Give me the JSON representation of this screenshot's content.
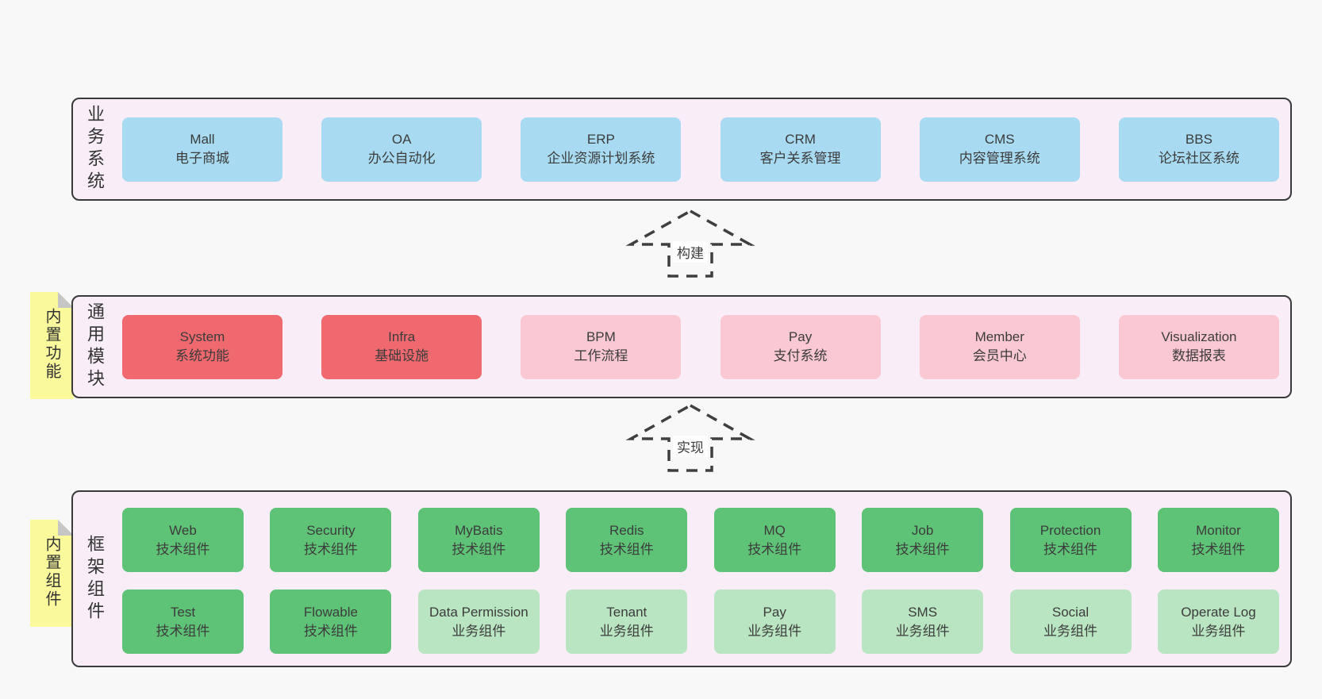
{
  "arrows": [
    {
      "label": "构建"
    },
    {
      "label": "实现"
    }
  ],
  "bands": [
    {
      "label": "业务系统",
      "boxes": [
        {
          "en": "Mall",
          "zh": "电子商城",
          "type": "blue"
        },
        {
          "en": "OA",
          "zh": "办公自动化",
          "type": "blue"
        },
        {
          "en": "ERP",
          "zh": "企业资源计划系统",
          "type": "blue"
        },
        {
          "en": "CRM",
          "zh": "客户关系管理",
          "type": "blue"
        },
        {
          "en": "CMS",
          "zh": "内容管理系统",
          "type": "blue"
        },
        {
          "en": "BBS",
          "zh": "论坛社区系统",
          "type": "blue"
        }
      ]
    },
    {
      "label": "通用模块",
      "sticky": "内置功能",
      "boxes": [
        {
          "en": "System",
          "zh": "系统功能",
          "type": "red"
        },
        {
          "en": "Infra",
          "zh": "基础设施",
          "type": "red"
        },
        {
          "en": "BPM",
          "zh": "工作流程",
          "type": "pink"
        },
        {
          "en": "Pay",
          "zh": "支付系统",
          "type": "pink"
        },
        {
          "en": "Member",
          "zh": "会员中心",
          "type": "pink"
        },
        {
          "en": "Visualization",
          "zh": "数据报表",
          "type": "pink"
        }
      ]
    },
    {
      "label": "框架组件",
      "sticky": "内置组件",
      "rows": [
        [
          {
            "en": "Web",
            "zh": "技术组件",
            "type": "green-dark"
          },
          {
            "en": "Security",
            "zh": "技术组件",
            "type": "green-dark"
          },
          {
            "en": "MyBatis",
            "zh": "技术组件",
            "type": "green-dark"
          },
          {
            "en": "Redis",
            "zh": "技术组件",
            "type": "green-dark"
          },
          {
            "en": "MQ",
            "zh": "技术组件",
            "type": "green-dark"
          },
          {
            "en": "Job",
            "zh": "技术组件",
            "type": "green-dark"
          },
          {
            "en": "Protection",
            "zh": "技术组件",
            "type": "green-dark"
          },
          {
            "en": "Monitor",
            "zh": "技术组件",
            "type": "green-dark"
          }
        ],
        [
          {
            "en": "Test",
            "zh": "技术组件",
            "type": "green-dark"
          },
          {
            "en": "Flowable",
            "zh": "技术组件",
            "type": "green-dark"
          },
          {
            "en": "Data Permission",
            "zh": "业务组件",
            "type": "green-light"
          },
          {
            "en": "Tenant",
            "zh": "业务组件",
            "type": "green-light"
          },
          {
            "en": "Pay",
            "zh": "业务组件",
            "type": "green-light"
          },
          {
            "en": "SMS",
            "zh": "业务组件",
            "type": "green-light"
          },
          {
            "en": "Social",
            "zh": "业务组件",
            "type": "green-light"
          },
          {
            "en": "Operate Log",
            "zh": "业务组件",
            "type": "green-light"
          }
        ]
      ]
    }
  ],
  "colors": {
    "page_bg": "#f8f8f8",
    "band_bg": "#f9eef8",
    "band_border": "#3a3a3a",
    "blue_box": "#a8daf2",
    "red_box": "#ef696e",
    "pink_box": "#fac8d2",
    "green_dark_box": "#5fc377",
    "green_light_box": "#b9e5c2",
    "sticky_note": "#fafa9d",
    "text": "#3c3c3c"
  }
}
